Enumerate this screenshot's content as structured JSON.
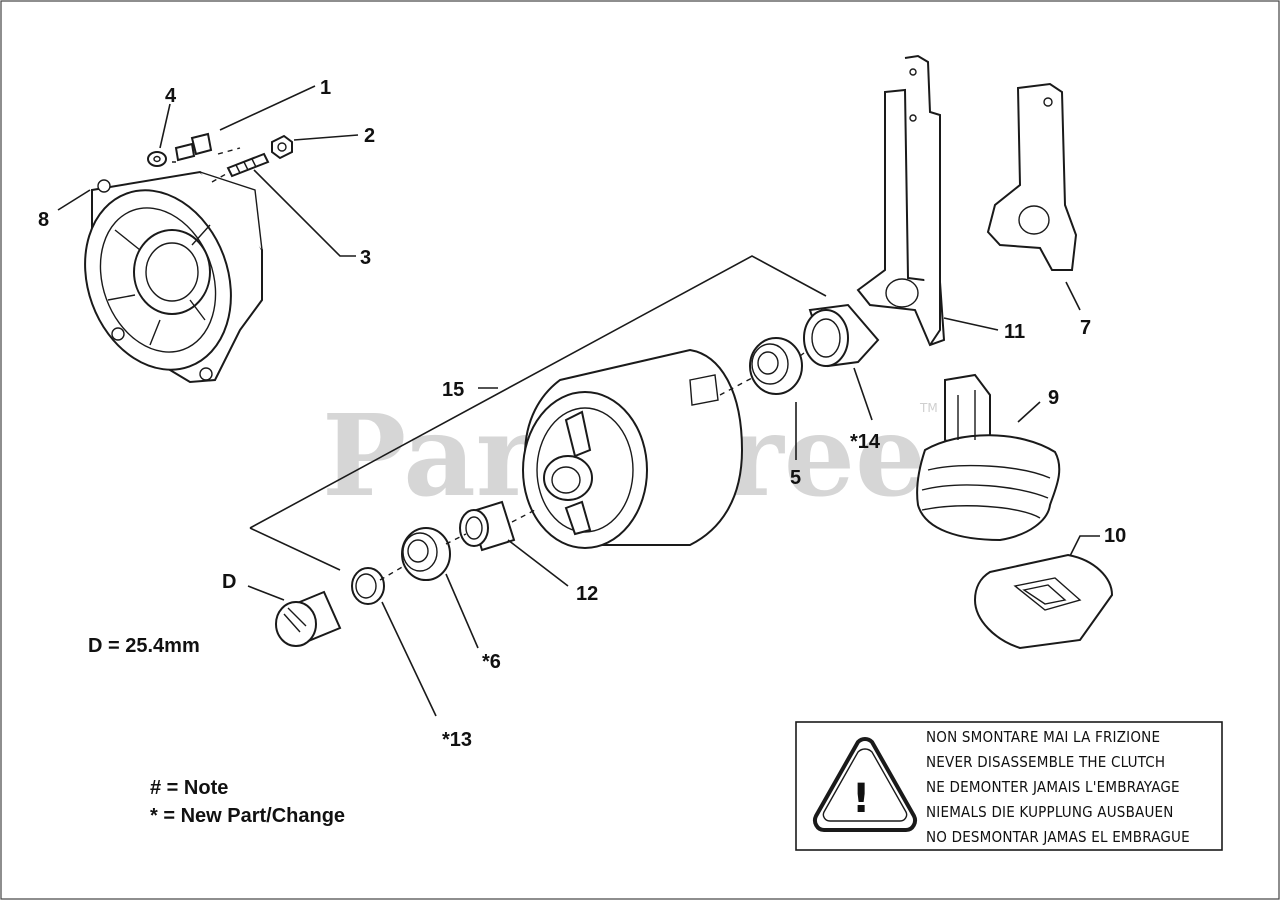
{
  "watermark": {
    "text": "PartsTree",
    "tm": "TM"
  },
  "callouts": {
    "c1": "1",
    "c2": "2",
    "c3": "3",
    "c4": "4",
    "c5": "5",
    "c6": "*6",
    "c7": "7",
    "c8": "8",
    "c9": "9",
    "c10": "10",
    "c11": "11",
    "c12": "12",
    "c13": "*13",
    "c14": "*14",
    "c15": "15",
    "cD": "D"
  },
  "dimension_note": "D = 25.4mm",
  "legend": {
    "note": "# = Note",
    "new_part": "* = New Part/Change"
  },
  "warning": {
    "lines": [
      "NON SMONTARE MAI LA FRIZIONE",
      "NEVER DISASSEMBLE THE CLUTCH",
      "NE DEMONTER JAMAIS L'EMBRAYAGE",
      "NIEMALS DIE KUPPLUNG AUSBAUEN",
      "NO DESMONTAR JAMAS EL EMBRAGUE"
    ],
    "symbol": "!"
  },
  "icons": {
    "warning_symbol": "warning-triangle-icon"
  }
}
